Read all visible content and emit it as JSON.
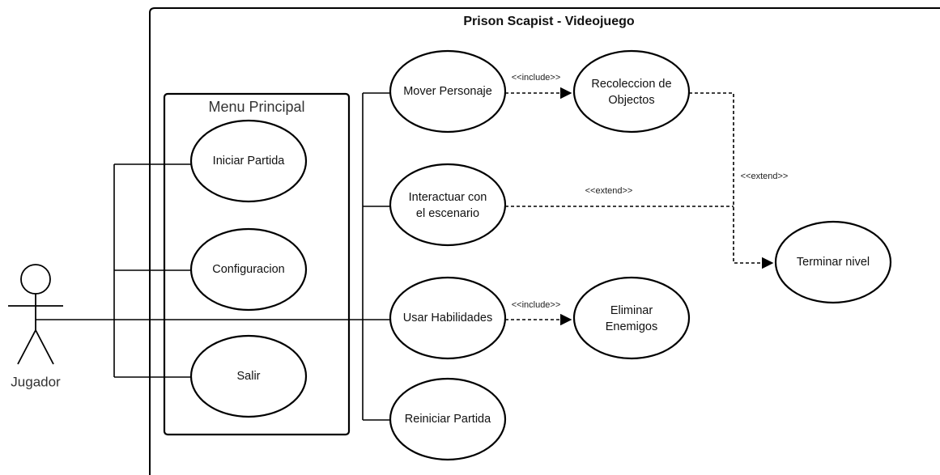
{
  "system": {
    "title": "Prison Scapist - Videojuego"
  },
  "menu_package": {
    "title": "Menu Principal"
  },
  "actor": {
    "label": "Jugador"
  },
  "use_cases": {
    "iniciar_partida": "Iniciar Partida",
    "configuracion": "Configuracion",
    "salir": "Salir",
    "mover_personaje": "Mover Personaje",
    "interactuar_l1": "Interactuar con",
    "interactuar_l2": "el escenario",
    "usar_habilidades": "Usar Habilidades",
    "reiniciar_partida": "Reiniciar Partida",
    "recoleccion_l1": "Recoleccion de",
    "recoleccion_l2": "Objectos",
    "eliminar_l1": "Eliminar",
    "eliminar_l2": "Enemigos",
    "terminar_nivel": "Terminar nivel"
  },
  "relations": {
    "include_1": "<<include>>",
    "include_2": "<<include>>",
    "extend_1": "<<extend>>",
    "extend_2": "<<extend>>"
  }
}
